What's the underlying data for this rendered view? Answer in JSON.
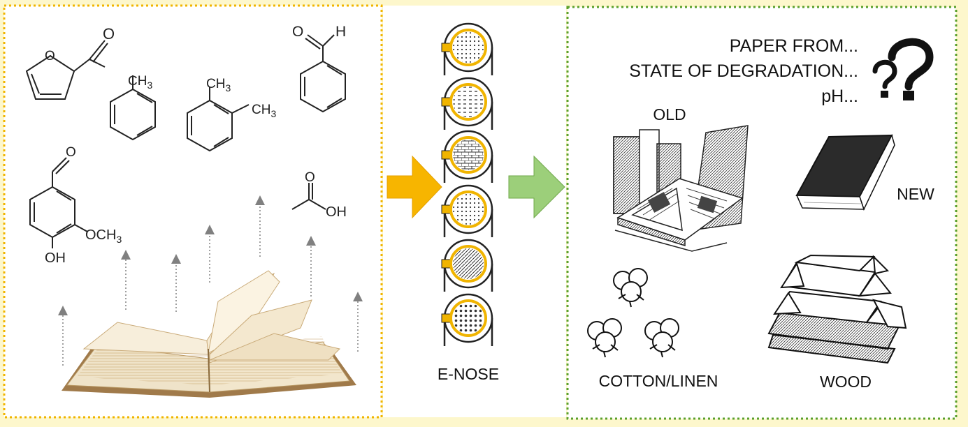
{
  "molecules": {
    "furfural": {
      "o_ring": "O",
      "o_carbonyl": "O"
    },
    "toluene": {
      "methyl": "CH3"
    },
    "xylene": {
      "methyl_a": "CH3",
      "methyl_b": "CH3"
    },
    "benzaldehyde": {
      "o": "O",
      "h": "H"
    },
    "vanillin": {
      "o_carbonyl": "O",
      "methoxy": "OCH3",
      "hydroxyl": "OH"
    },
    "acetic_acid": {
      "o": "O",
      "oh": "OH"
    }
  },
  "middle": {
    "sensor_count": 6,
    "label": "E-NOSE"
  },
  "right": {
    "questions": [
      "PAPER FROM...",
      "STATE OF DEGRADATION...",
      "pH..."
    ],
    "old_label": "OLD",
    "new_label": "NEW",
    "cotton_label": "COTTON/LINEN",
    "wood_label": "WOOD"
  },
  "colors": {
    "background": "#fdf7cc",
    "left_panel_border": "#f0b400",
    "right_panel_border": "#5aa02c",
    "orange_arrow": "#f7b500",
    "green_arrow": "#9ccf7a",
    "sensor_ring": "#f0b400"
  }
}
